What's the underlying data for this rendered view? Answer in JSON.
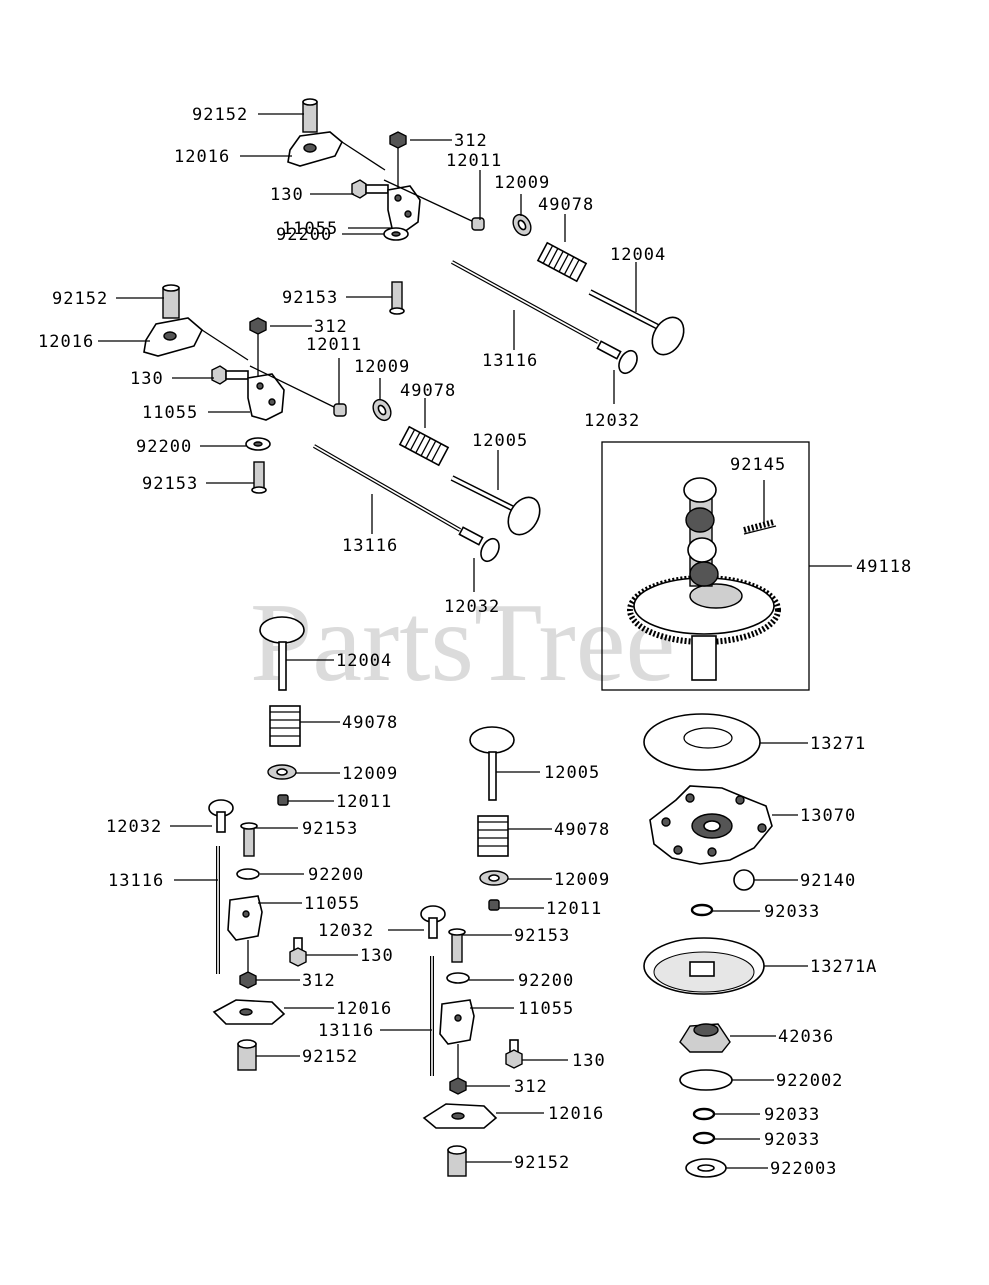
{
  "watermark": "PartsTree",
  "labels": {
    "l1": "92152",
    "l2": "12016",
    "l3": "312",
    "l4": "12011",
    "l5": "130",
    "l6": "12009",
    "l7": "49078",
    "l8": "11055",
    "l9": "92200",
    "l10": "12004",
    "l11": "92153",
    "l12": "13116",
    "l13": "12032",
    "l14": "92152",
    "l15": "312",
    "l16": "12016",
    "l17": "12011",
    "l18": "130",
    "l19": "12009",
    "l20": "49078",
    "l21": "11055",
    "l22": "92200",
    "l23": "12005",
    "l24": "92153",
    "l25": "13116",
    "l26": "12032",
    "l27": "92145",
    "l28": "49118",
    "l29": "12004",
    "l30": "49078",
    "l31": "12009",
    "l32": "12011",
    "l33": "12032",
    "l34": "92153",
    "l35": "13116",
    "l36": "92200",
    "l37": "11055",
    "l38": "130",
    "l39": "312",
    "l40": "12016",
    "l41": "92152",
    "l42": "12005",
    "l43": "49078",
    "l44": "12009",
    "l45": "12011",
    "l46": "12032",
    "l47": "92153",
    "l48": "92200",
    "l49": "11055",
    "l50": "13116",
    "l51": "130",
    "l52": "312",
    "l53": "12016",
    "l54": "92152",
    "l55": "13271",
    "l56": "13070",
    "l57": "92140",
    "l58": "92033",
    "l59": "13271A",
    "l60": "42036",
    "l61": "922002",
    "l62": "92033",
    "l63": "92033",
    "l64": "922003"
  }
}
